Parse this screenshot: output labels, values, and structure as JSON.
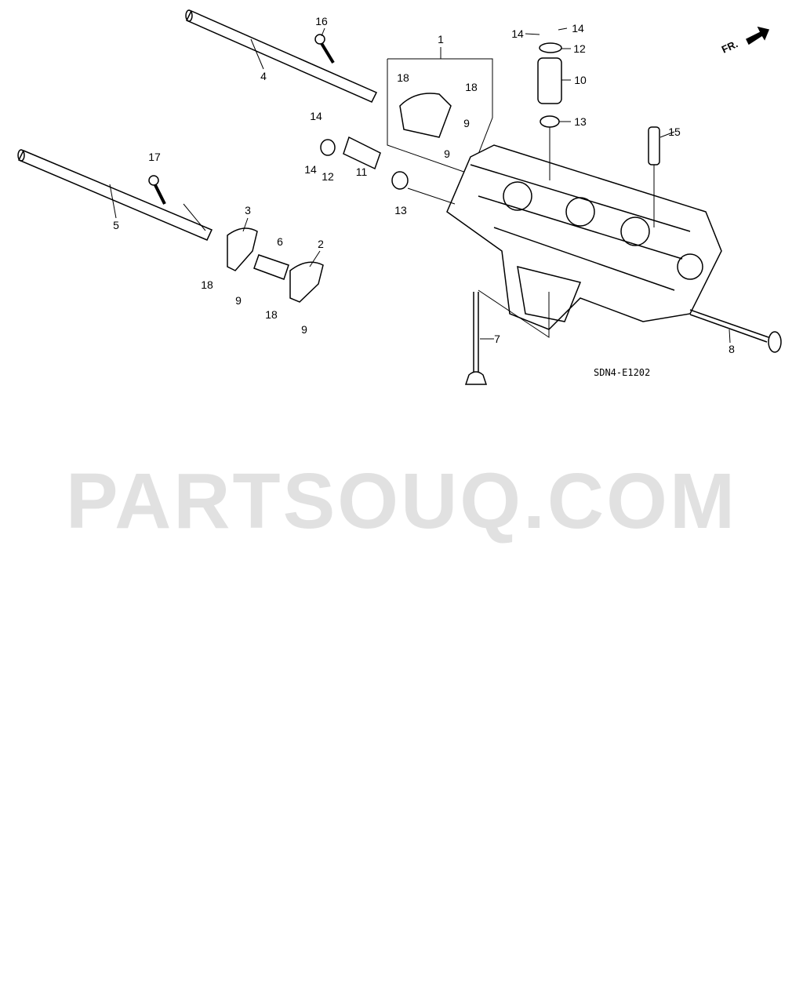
{
  "diagram_code": "SDN4-E1202",
  "front_indicator": "FR.",
  "watermark": "PARTSOUQ.COM",
  "callouts": [
    "1",
    "2",
    "3",
    "4",
    "5",
    "6",
    "7",
    "8",
    "9",
    "9",
    "9",
    "9",
    "10",
    "11",
    "12",
    "12",
    "13",
    "13",
    "14",
    "14",
    "14",
    "14",
    "15",
    "16",
    "17",
    "18",
    "18",
    "18",
    "18"
  ],
  "colors": {
    "line": "#000000",
    "watermark": "#e1e1e1"
  }
}
